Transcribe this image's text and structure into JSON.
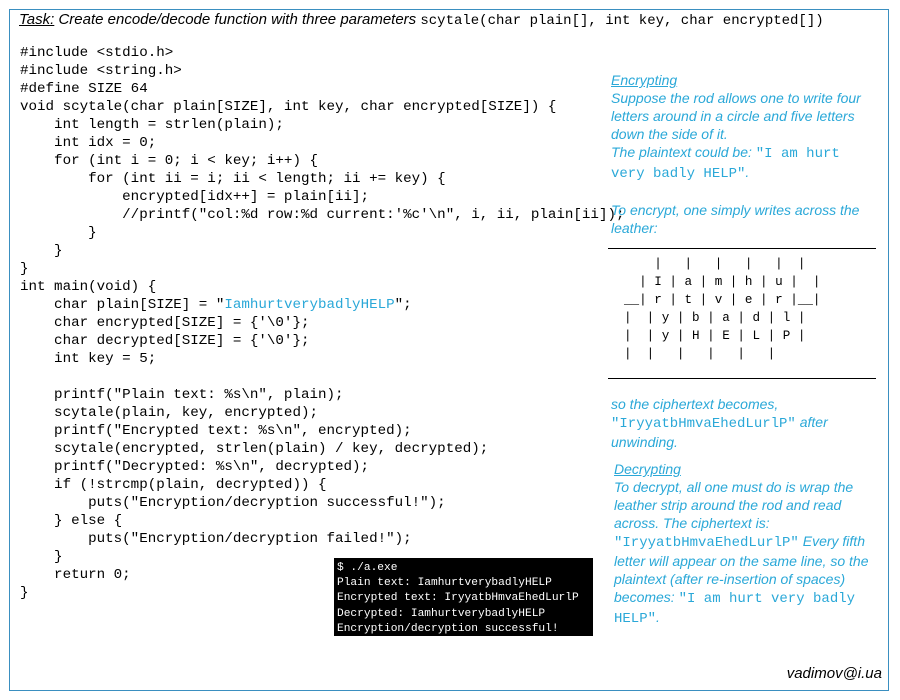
{
  "task": {
    "label": "Task:",
    "text": " Create encode/decode function with three parameters ",
    "signature": "scytale(char plain[], int key, char encrypted[])"
  },
  "code": {
    "lines_before": [
      "#include <stdio.h>",
      "#include <string.h>",
      "#define SIZE 64",
      "void scytale(char plain[SIZE], int key, char encrypted[SIZE]) {",
      "    int length = strlen(plain);",
      "    int idx = 0;",
      "    for (int i = 0; i < key; i++) {",
      "        for (int ii = i; ii < length; ii += key) {",
      "            encrypted[idx++] = plain[ii];",
      "            //printf(\"col:%d row:%d current:'%c'\\n\", i, ii, plain[ii]);",
      "        }",
      "    }",
      "}",
      "int main(void) {"
    ],
    "plain_decl_prefix": "    char plain[SIZE] = \"",
    "plain_value": "IamhurtverybadlyHELP",
    "plain_decl_suffix": "\";",
    "lines_after": [
      "    char encrypted[SIZE] = {'\\0'};",
      "    char decrypted[SIZE] = {'\\0'};",
      "    int key = 5;",
      "",
      "    printf(\"Plain text: %s\\n\", plain);",
      "    scytale(plain, key, encrypted);",
      "    printf(\"Encrypted text: %s\\n\", encrypted);",
      "    scytale(encrypted, strlen(plain) / key, decrypted);",
      "    printf(\"Decrypted: %s\\n\", decrypted);",
      "    if (!strcmp(plain, decrypted)) {",
      "        puts(\"Encryption/decryption successful!\");",
      "    } else {",
      "        puts(\"Encryption/decryption failed!\");",
      "    }",
      "    return 0;",
      "}"
    ]
  },
  "terminal": {
    "lines": [
      "$ ./a.exe",
      "Plain text: IamhurtverybadlyHELP",
      "Encrypted text: IryyatbHmvaEhedLurlP",
      "Decrypted: IamhurtverybadlyHELP",
      "Encryption/decryption successful!"
    ]
  },
  "encrypting": {
    "heading": "Encrypting",
    "p1": "Suppose the rod allows one to write four letters around in a circle and five letters down the side of it.",
    "p2_prefix": "The plaintext could be: ",
    "p2_quote": "\"I am hurt very badly HELP\"",
    "p2_suffix": ".",
    "p3": "To encrypt, one simply writes across the leather:"
  },
  "diagram": {
    "rows": [
      "    |   |   |   |   |  |",
      "  | I | a | m | h | u |  |",
      "__| r | t | v | e | r |__|",
      "|  | y | b | a | d | l |",
      "|  | y | H | E | L | P |",
      "|  |   |   |   |   |"
    ]
  },
  "cipher": {
    "prefix": "so the ciphertext becomes, ",
    "value": "\"IryyatbHmvaEhedLurlP\"",
    "suffix": " after unwinding."
  },
  "decrypting": {
    "heading": "Decrypting",
    "p1": "To decrypt, all one must do is wrap the leather strip around the rod and read across. The ciphertext is: ",
    "p1_value": "\"IryyatbHmvaEhedLurlP\"",
    "p1_rest": " Every fifth letter will appear on the same line, so the plaintext (after re-insertion of spaces) becomes: ",
    "p1_result": "\"I am hurt very badly HELP\"",
    "p1_end": "."
  },
  "footer": {
    "email": "vadimov@i.ua"
  }
}
